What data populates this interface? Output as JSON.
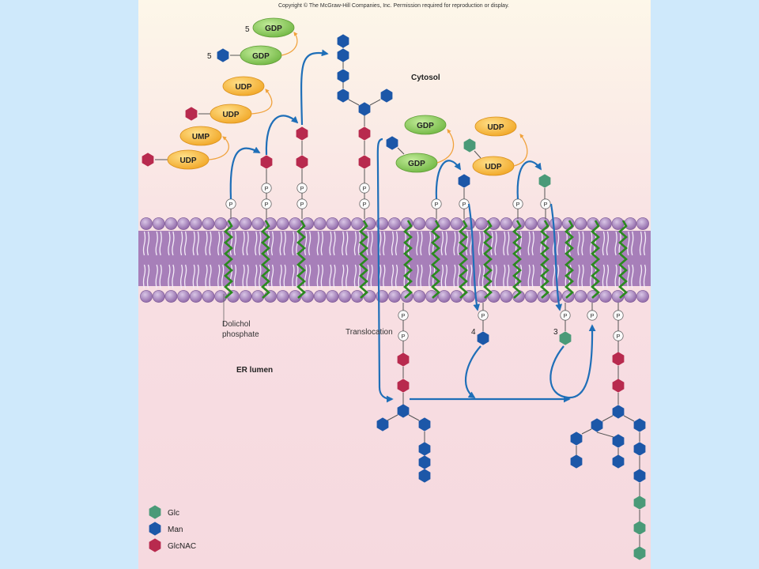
{
  "copyright": "Copyright © The McGraw-Hill Companies, Inc. Permission required for reproduction or display.",
  "regions": {
    "cytosol": "Cytosol",
    "er_lumen": "ER lumen"
  },
  "labels": {
    "dolichol_line1": "Dolichol",
    "dolichol_line2": "phosphate",
    "translocation": "Translocation",
    "count_gdp_top": "5",
    "count_gdp_man": "5",
    "count_man_lumen": "4",
    "count_glc_lumen": "3"
  },
  "phosphate_symbol": "P",
  "carriers": {
    "gdp": "GDP",
    "udp": "UDP",
    "ump": "UMP"
  },
  "legend": [
    {
      "label": "Glc",
      "color": "#4a9a78"
    },
    {
      "label": "Man",
      "color": "#1c57a8"
    },
    {
      "label": "GlcNAC",
      "color": "#b82a4e"
    }
  ],
  "colors": {
    "glc": "#4a9a78",
    "man": "#1c57a8",
    "glcnac": "#b82a4e",
    "gdp_fill": "#8fcf5f",
    "udp_fill": "#f6b93a",
    "arrow_blue": "#1f6fb8",
    "arrow_orange": "#f0a23c",
    "membrane_core": "#a77fb9",
    "membrane_head": "#9a72b1",
    "dolichol_green": "#2b8a1f"
  }
}
